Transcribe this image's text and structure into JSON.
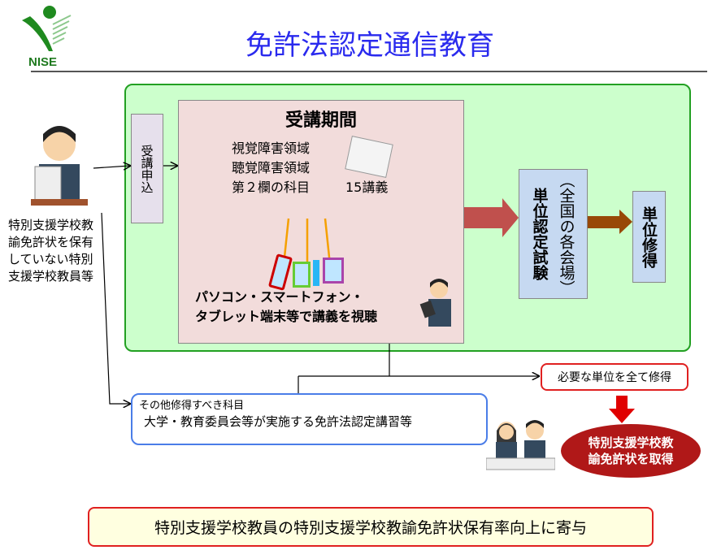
{
  "logo": {
    "text": "NISE"
  },
  "title": "免許法認定通信教育",
  "left_target": "特別支援学校教諭免許状を保有していない特別支援学校教員等",
  "apply_label": "受講申込",
  "period": {
    "title": "受講期間",
    "areas": [
      "視覚障害領域",
      "聴覚障害領域",
      "第２欄の科目"
    ],
    "lectures": "15講義",
    "devices_line1": "パソコン・スマートフォン・",
    "devices_line2": "タブレット端末等で講義を視聴"
  },
  "exam": {
    "title": "単位認定試験",
    "venue": "（全国の各会場）"
  },
  "credit": "単位修得",
  "other": {
    "heading": "その他修得すべき科目",
    "body": "大学・教育委員会等が実施する免許法認定講習等"
  },
  "need": "必要な単位を全て修得",
  "result_line1": "特別支援学校教",
  "result_line2": "諭免許状を取得",
  "bottom": "特別支援学校教員の特別支援学校教諭免許状保有率向上に寄与",
  "colors": {
    "title": "#2a2aee",
    "green_bg": "#ccffcc",
    "pink_bg": "#f2dcdb",
    "exam_bg": "#c6d9f1",
    "result": "#b01818"
  }
}
